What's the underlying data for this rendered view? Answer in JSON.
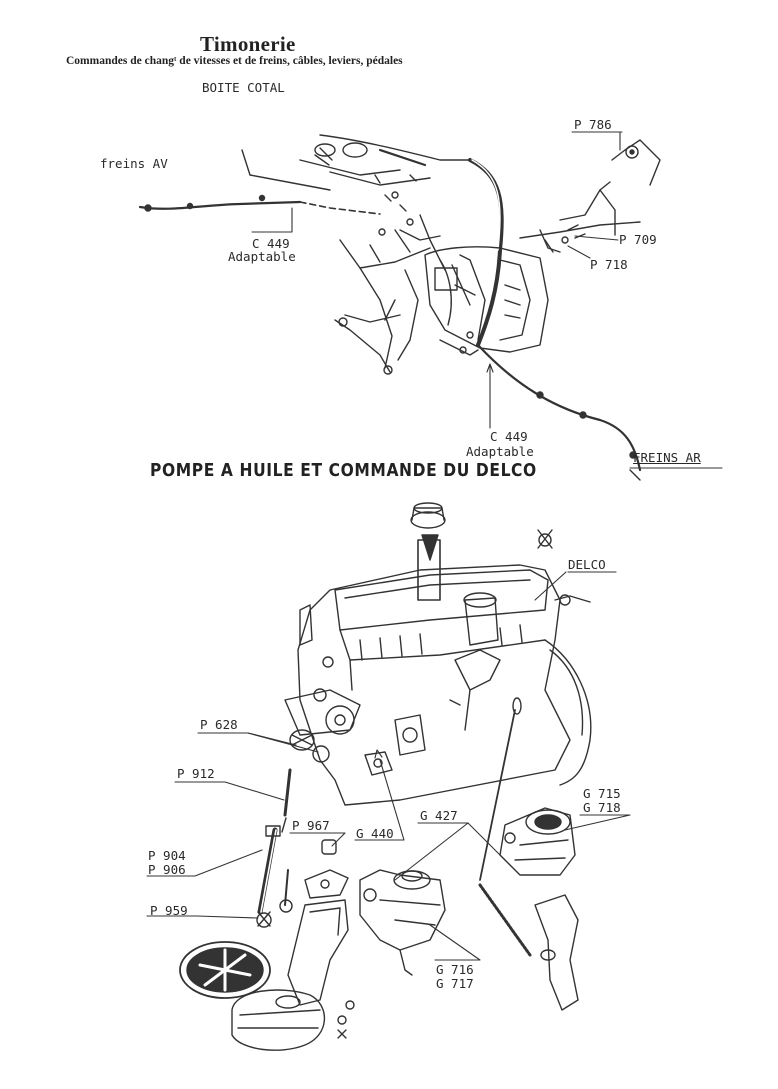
{
  "header": {
    "title": "Timonerie",
    "subtitle": "Commandes de changᵗ de vitesses et de freins, câbles, leviers, pédales",
    "section1": "BOITE COTAL"
  },
  "labels_top": {
    "freins_av": "freins AV",
    "c449a": "C 449",
    "adaptable_a": "Adaptable",
    "p786": "P 786",
    "p709": "P 709",
    "p718": "P 718",
    "c449b": "C 449",
    "adaptable_b": "Adaptable",
    "freins_ar": "FREINS AR"
  },
  "section2": {
    "title": "POMPE A HUILE ET COMMANDE DU DELCO"
  },
  "labels_bottom": {
    "delco": "DELCO",
    "p628": "P 628",
    "p912": "P 912",
    "p967": "P 967",
    "g440": "G 440",
    "g427": "G 427",
    "g715": "G 715",
    "g718": "G 718",
    "p904": "P 904",
    "p906": "P 906",
    "p959": "P 959",
    "g716": "G 716",
    "g717": "G 717"
  }
}
